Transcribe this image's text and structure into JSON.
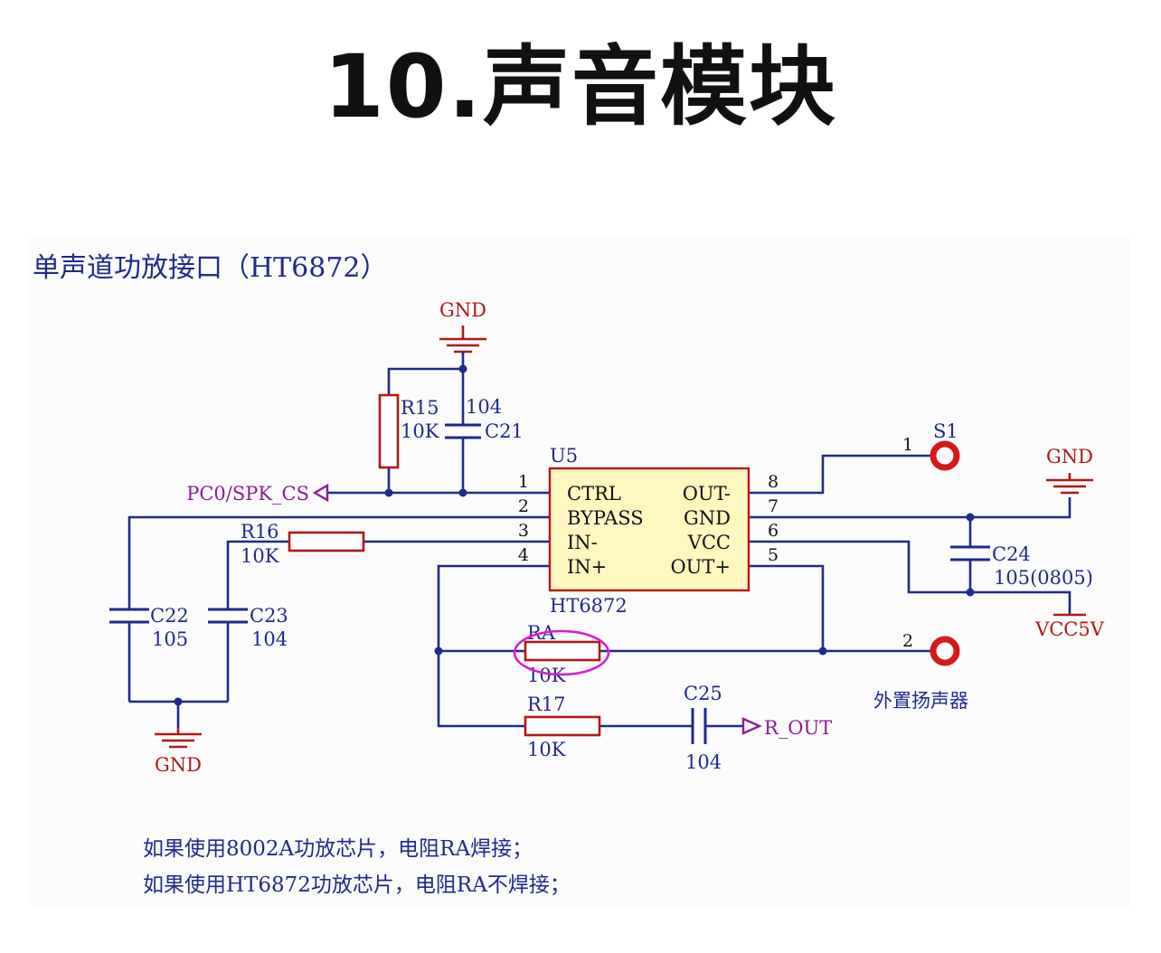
{
  "page": {
    "title": "10.声音模块"
  },
  "schematic": {
    "caption": "单声道功放接口（HT6872）",
    "chip": {
      "ref": "U5",
      "part": "HT6872",
      "pins_left": [
        {
          "num": "1",
          "name": "CTRL"
        },
        {
          "num": "2",
          "name": "BYPASS"
        },
        {
          "num": "3",
          "name": "IN-"
        },
        {
          "num": "4",
          "name": "IN+"
        }
      ],
      "pins_right": [
        {
          "num": "8",
          "name": "OUT-"
        },
        {
          "num": "7",
          "name": "GND"
        },
        {
          "num": "6",
          "name": "VCC"
        },
        {
          "num": "5",
          "name": "OUT+"
        }
      ]
    },
    "components": {
      "R15": {
        "ref": "R15",
        "value": "10K"
      },
      "C21": {
        "ref": "C21",
        "value": "104"
      },
      "R16": {
        "ref": "R16",
        "value": "10K"
      },
      "C22": {
        "ref": "C22",
        "value": "105"
      },
      "C23": {
        "ref": "C23",
        "value": "104"
      },
      "C24": {
        "ref": "C24",
        "value": "105(0805)"
      },
      "RA": {
        "ref": "RA",
        "value": "10K"
      },
      "R17": {
        "ref": "R17",
        "value": "10K"
      },
      "C25": {
        "ref": "C25",
        "value": "104"
      }
    },
    "nets": {
      "gnd_top": "GND",
      "gnd_right": "GND",
      "gnd_bottom": "GND",
      "vcc": "VCC5V",
      "pc0": "PC0/SPK_CS",
      "rout": "R_OUT"
    },
    "speaker": {
      "ref": "S1",
      "pin1": "1",
      "pin2": "2",
      "label": "外置扬声器"
    },
    "notes": [
      "如果使用8002A功放芯片，电阻RA焊接；",
      "如果使用HT6872功放芯片，电阻RA不焊接；"
    ],
    "colors": {
      "wire": "#1e2a8c",
      "component": "#b01818",
      "chip_fill": "#fff6c0",
      "net_label": "#8a2090",
      "highlight": "#d81bd8"
    }
  }
}
